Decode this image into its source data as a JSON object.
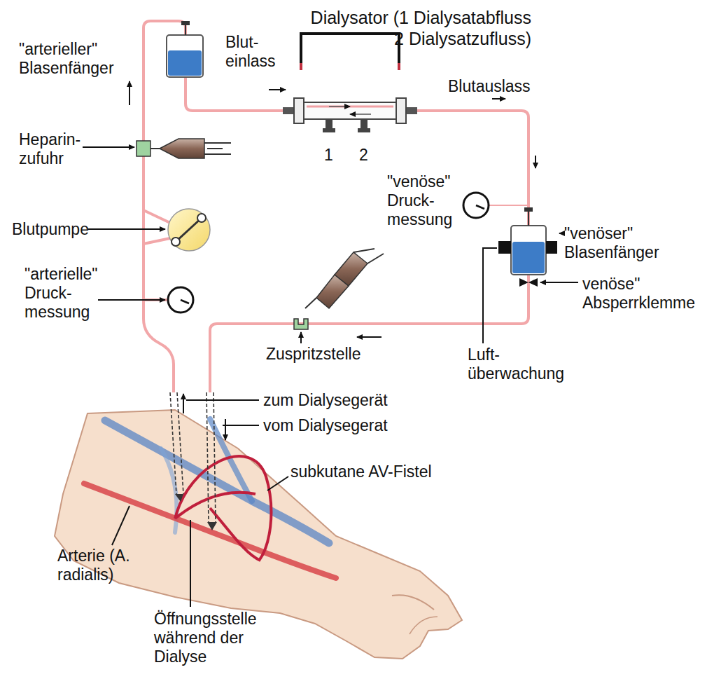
{
  "diagram": {
    "labels": [
      "Dialysator (1 Dialysatabfluss 2 Dialysatzufluss)",
      "\"arterieller\" Blasenfänger",
      "Blut- einlass",
      "Blutauslass",
      "Heparin- zufuhr",
      "1",
      "2",
      "\"venöse\" Druck- messung",
      "\"venöser\" Blasenfänger",
      "Blutpumpe",
      "\"arterielle\" Druck- messung",
      "venöse\" Absperrklemme",
      "Zuspritzstelle",
      "Luft- überwachung",
      "zum Dialysegerät",
      "vom Dialysegerat",
      "subkutane AV-Fistel",
      "Arterie (A. radialis)",
      "Öffnungsstelle während der Dialyse"
    ]
  }
}
